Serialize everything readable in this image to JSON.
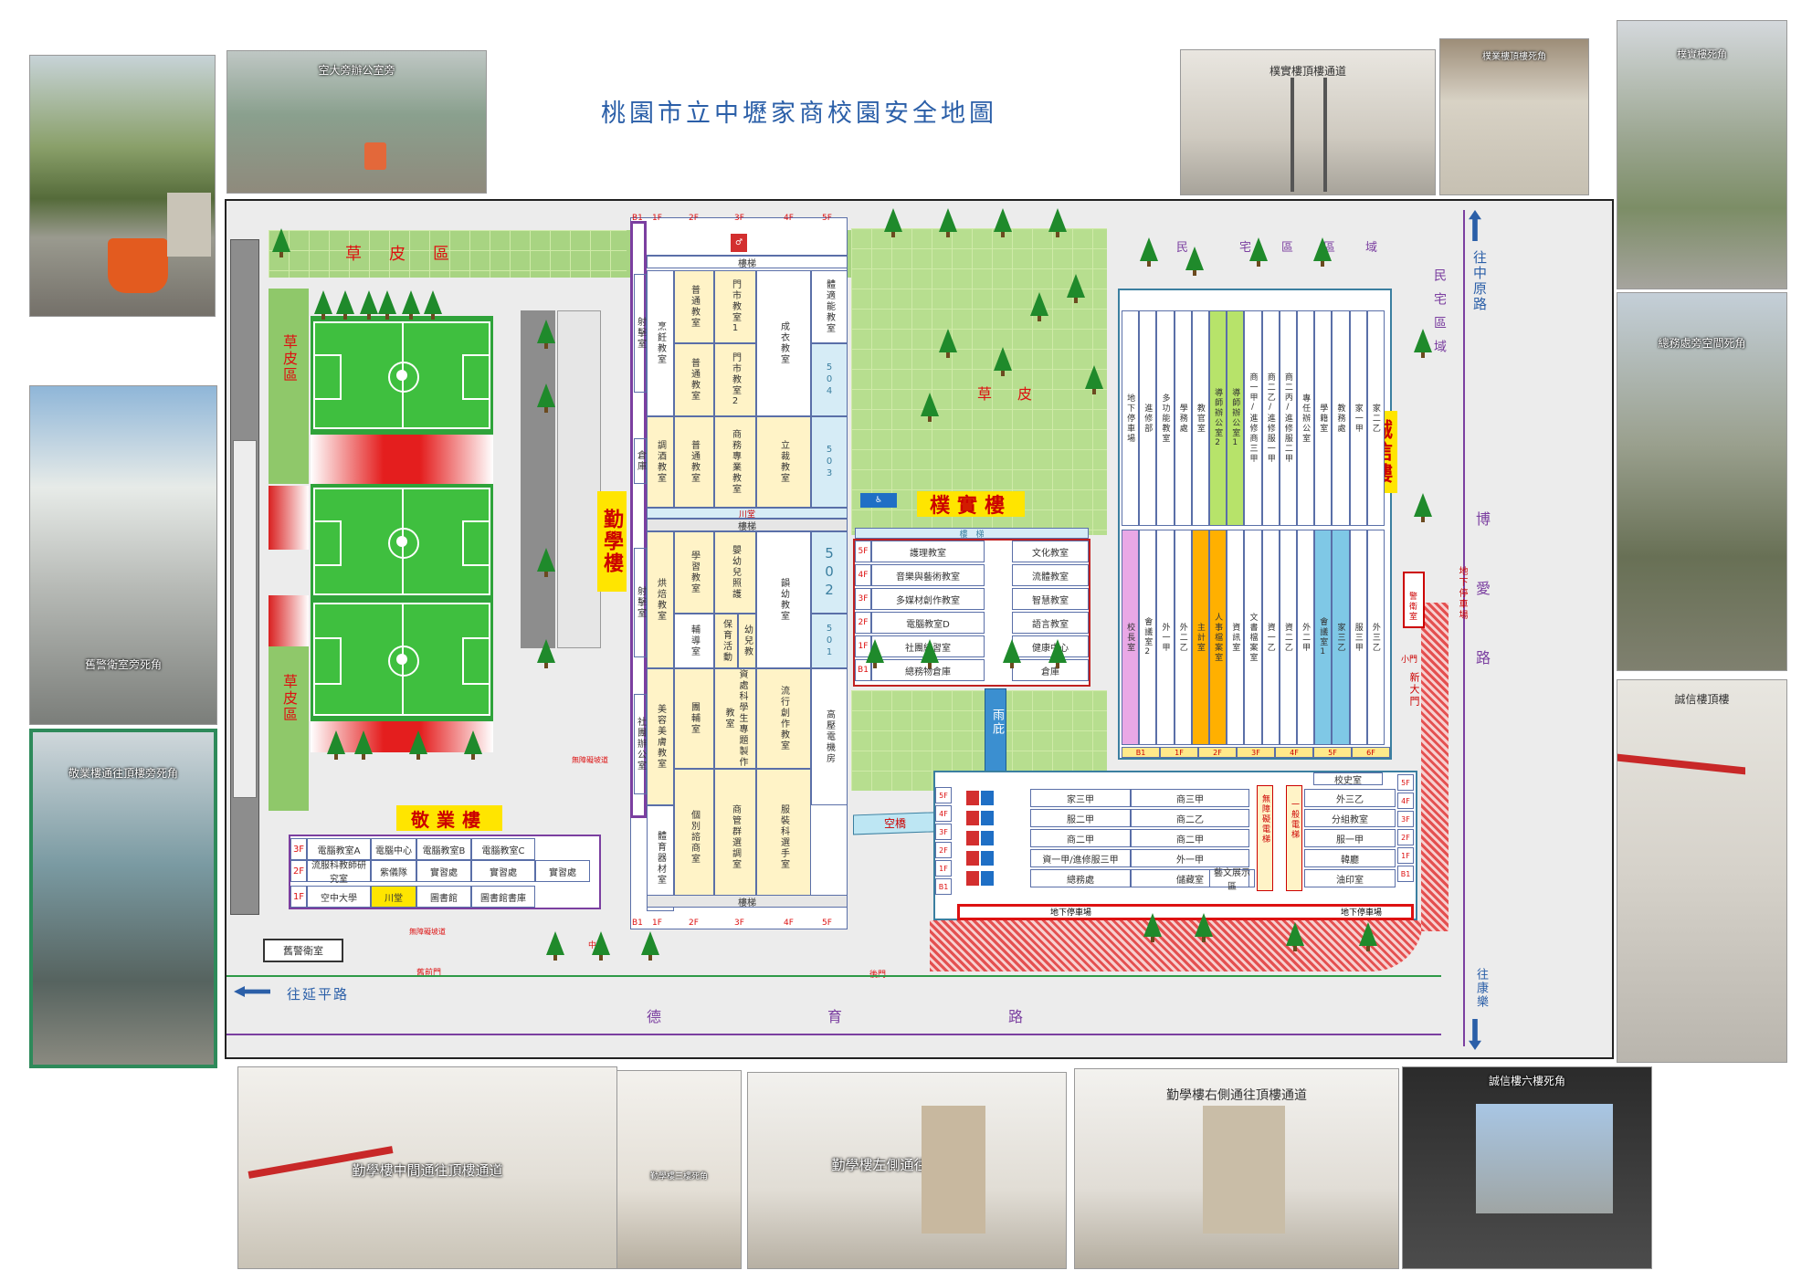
{
  "title": "桃園市立中壢家商校園安全地圖",
  "photos": {
    "p1": "",
    "p2": "空大旁辦公室旁",
    "p3": "",
    "p4": "舊警衛室旁死角",
    "p5": "敬業樓通往頂樓旁死角",
    "p6": "樸實樓頂樓通道",
    "p7": "樸業樓頂樓死角",
    "p8": "樸實樓死角",
    "p9": "總務處旁空間死角",
    "p10": "誠信樓頂樓",
    "p11": "勤學樓中間通往頂樓通道",
    "p12": "勤學樓三樓死角",
    "p13": "勤學樓左側通往頂樓通道",
    "p14": "勤學樓右側通往頂樓通道",
    "p15": "誠信樓六樓死角"
  },
  "map": {
    "grass_top": "草　皮　區",
    "grass_left1": "草皮區",
    "grass_left2": "草皮區",
    "grass_center": "草　皮",
    "residential_top": "民　　宅　區　區　域",
    "residential_right": "民宅區域",
    "to_zhongyuan": "往中原路",
    "boai_road": "博愛路",
    "to_kangle": "往康樂",
    "to_yanping": "往延平路",
    "deyu_road": "德　　育　　路",
    "buildings": {
      "qinxue": "勤學樓",
      "pushi": "樸實樓",
      "jingye": "敬業樓",
      "chengxin": "誠信樓"
    },
    "floors_qinxue": [
      "B1",
      "1F",
      "2F",
      "3F",
      "4F",
      "5F"
    ],
    "qinxue_rooms_top": [
      "射擊室",
      "烹飪教室",
      "普通教室",
      "門市教室1",
      "成衣教室",
      "體適能教室"
    ],
    "qinxue_rooms_top2": [
      "倉庫",
      "調酒教室",
      "普通教室",
      "門市教室2",
      "立裁教室",
      "504"
    ],
    "qinxue_rooms_top3": [
      "普通教室",
      "商務專業教室",
      "503"
    ],
    "qinxue_rooms_bottom": [
      "射擊室",
      "烘焙教室",
      "學習教室",
      "嬰幼兒照護",
      "韻幼教室",
      "502"
    ],
    "qinxue_rooms_bottom2": [
      "輔導室",
      "保育活動",
      "幼兒教",
      "501"
    ],
    "qinxue_rooms_bottom3": [
      "社團辦公室",
      "美容美膚教室",
      "團輔室",
      "資處科學生專題製作教室",
      "流行創作教室",
      "高壓電機房"
    ],
    "qinxue_rooms_bottom4": [
      "體育器材室",
      "個別諮商室",
      "商管群選調室",
      "服裝科選手室"
    ],
    "stairs": "樓梯",
    "chuantang": "川堂",
    "pushi_rooms": [
      {
        "f": "5F",
        "a": "護理教室",
        "b": "文化教室"
      },
      {
        "f": "4F",
        "a": "音樂與藝術教室",
        "b": "流體教室"
      },
      {
        "f": "3F",
        "a": "多媒材創作教室",
        "b": "智慧教室"
      },
      {
        "f": "2F",
        "a": "電腦教室D",
        "b": "語言教室"
      },
      {
        "f": "1F",
        "a": "社團練習室",
        "b": "健康中心"
      },
      {
        "f": "B1",
        "a": "總務物倉庫",
        "b": "倉庫"
      }
    ],
    "rain_shelter": "雨庇",
    "sky_bridge": "空橋",
    "jingye_rooms": {
      "f3": [
        "3F",
        "電腦教室A",
        "電腦中心",
        "電腦教室B",
        "電腦教室C"
      ],
      "f2": [
        "2F",
        "流服科教師研究室",
        "紫儀隊",
        "實習處",
        "實習處",
        "實習處"
      ],
      "f1": [
        "1F",
        "空中大學",
        "川堂",
        "圖書館",
        "圖書館書庫"
      ]
    },
    "old_guard": "舊警衛室",
    "old_gate": "舊前門",
    "middle_gate": "中門",
    "back_gate": "後門",
    "barrier_free1": "無障礙坡道",
    "barrier_free2": "無障礙坡道",
    "chengxin_cols": [
      "地下停車場",
      "進修部",
      "多功能教室",
      "學務處",
      "教官室",
      "導師辦公室2",
      "導師辦公室1",
      "商一甲/進修商三甲",
      "商二乙/進修服一甲",
      "商二丙/進修服二甲",
      "專任辦公室",
      "學籍室",
      "教務處",
      "家一甲",
      "家二乙",
      "校長室",
      "會議室2",
      "外一甲",
      "外二乙",
      "主計室",
      "人事檔案室",
      "資訊室",
      "文書檔案室",
      "資一乙",
      "資二乙",
      "外二甲",
      "會議室1",
      "家三乙",
      "服三甲",
      "外三乙"
    ],
    "chengxin_bottom_floors": [
      "B1",
      "1F",
      "2F",
      "3F",
      "4F",
      "5F",
      "6F"
    ],
    "south_floors": [
      "5F",
      "4F",
      "3F",
      "2F",
      "1F",
      "B1"
    ],
    "south_rows": [
      {
        "a": "家三甲",
        "b": "商三甲",
        "c": "外三乙"
      },
      {
        "a": "服二甲",
        "b": "商二乙",
        "c": "分組教室"
      },
      {
        "a": "商二甲",
        "b": "商二甲",
        "c": "服一甲"
      },
      {
        "a": "資一甲/進修服三甲",
        "b": "外一甲",
        "c": "韓廳"
      },
      {
        "a": "總務處",
        "b": "儲藏室",
        "c": "油印室",
        "d": "藝文展示區"
      }
    ],
    "school_history": "校史室",
    "elevator1": "無障礙電梯",
    "elevator2": "一般電梯",
    "parking": "地下停車場",
    "parking2": "地下停車場",
    "new_gate": "新大門",
    "guard": "警衛室",
    "small_gate": "小門",
    "underground_parking_entry": "地下停車場"
  },
  "colors": {
    "title": "#2b5fa8",
    "accent_yellow": "#ffe500",
    "accent_red": "#d11111",
    "road_purple": "#7b3fa0"
  }
}
